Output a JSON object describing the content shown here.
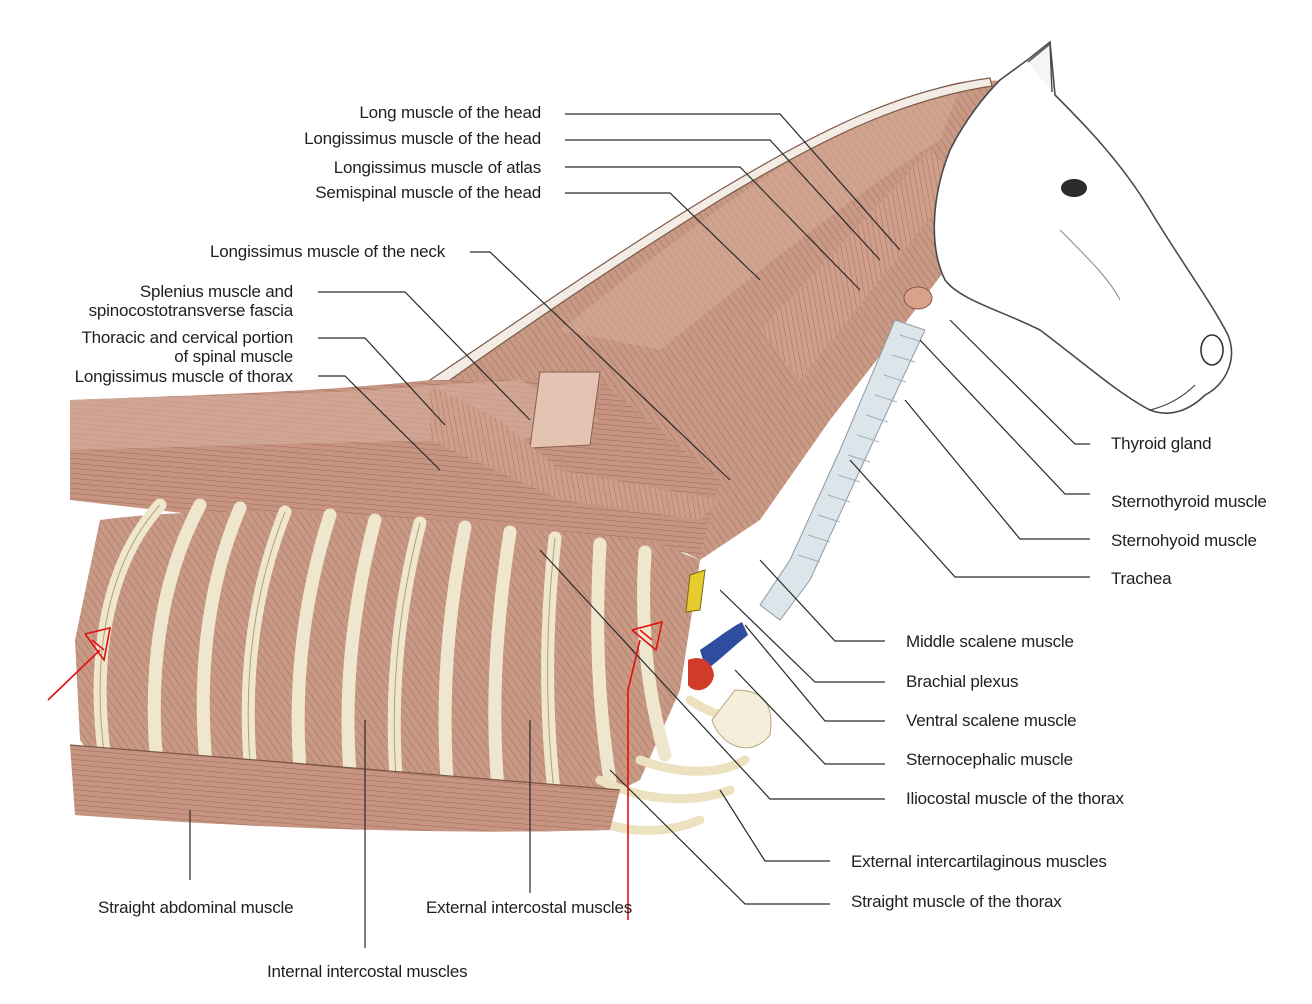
{
  "labels": {
    "long_muscle_head": "Long muscle of the head",
    "longissimus_head": "Longissimus muscle of the head",
    "longissimus_atlas": "Longissimus muscle of atlas",
    "semispinal_head": "Semispinal muscle of the head",
    "longissimus_neck": "Longissimus muscle of the neck",
    "splenius_1": "Splenius muscle and",
    "splenius_2": "spinocostotransverse fascia",
    "spinal_1": "Thoracic and cervical portion",
    "spinal_2": "of spinal muscle",
    "longissimus_thorax": "Longissimus muscle of thorax",
    "thyroid": "Thyroid gland",
    "sternothyroid": "Sternothyroid muscle",
    "sternohyoid": "Sternohyoid muscle",
    "trachea": "Trachea",
    "middle_scalene": "Middle scalene muscle",
    "brachial_plexus": "Brachial plexus",
    "ventral_scalene": "Ventral scalene muscle",
    "sternocephalic": "Sternocephalic muscle",
    "iliocostal": "Iliocostal muscle of the thorax",
    "ext_intercartilaginous": "External intercartilaginous muscles",
    "straight_thorax": "Straight muscle of the thorax",
    "straight_abdominal": "Straight abdominal muscle",
    "ext_intercostal": "External intercostal muscles",
    "int_intercostal": "Internal intercostal muscles"
  },
  "colors": {
    "muscle": "#c99c88",
    "muscle_dark": "#9a6b5a",
    "rib": "#f1ead2",
    "trachea": "#dfe6ea",
    "annotation": "#e01010",
    "leader": "#2a2a2a"
  }
}
